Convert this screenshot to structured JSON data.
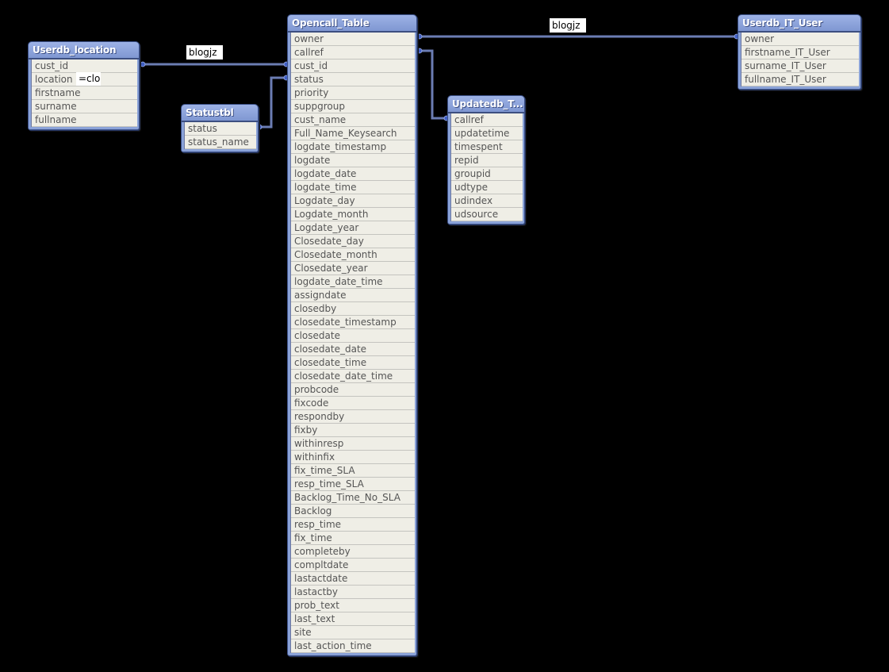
{
  "colors": {
    "background": "#000000",
    "link": "#6b7db3",
    "node": "#3f5fc4",
    "header": "#8aa2d8",
    "row": "#efeee6"
  },
  "tables": {
    "userdb_location": {
      "title": "Userdb_location",
      "fields": [
        "cust_id",
        "location",
        "firstname",
        "surname",
        "fullname"
      ]
    },
    "statustbl": {
      "title": "Statustbl",
      "fields": [
        "status",
        "status_name"
      ]
    },
    "opencall_table": {
      "title": "Opencall_Table",
      "fields": [
        "owner",
        "callref",
        "cust_id",
        "status",
        "priority",
        "suppgroup",
        "cust_name",
        "Full_Name_Keysearch",
        "logdate_timestamp",
        "logdate",
        "logdate_date",
        "logdate_time",
        "Logdate_day",
        "Logdate_month",
        "Logdate_year",
        "Closedate_day",
        "Closedate_month",
        "Closedate_year",
        "logdate_date_time",
        "assigndate",
        "closedby",
        "closedate_timestamp",
        "closedate",
        "closedate_date",
        "closedate_time",
        "closedate_date_time",
        "probcode",
        "fixcode",
        "respondby",
        "fixby",
        "withinresp",
        "withinfix",
        "fix_time_SLA",
        "resp_time_SLA",
        "Backlog_Time_No_SLA",
        "Backlog",
        "resp_time",
        "fix_time",
        "completeby",
        "compltdate",
        "lastactdate",
        "lastactby",
        "prob_text",
        "last_text",
        "site",
        "last_action_time"
      ]
    },
    "updatedb": {
      "title": "Updatedb_T...",
      "fields": [
        "callref",
        "updatetime",
        "timespent",
        "repid",
        "groupid",
        "udtype",
        "udindex",
        "udsource"
      ]
    },
    "userdb_it_user": {
      "title": "Userdb_IT_User",
      "fields": [
        "owner",
        "firstname_IT_User",
        "surname_IT_User",
        "fullname_IT_User"
      ]
    }
  },
  "labels": {
    "link_left": "blogjz",
    "link_top": "blogjz",
    "location_tooltip": "=clo"
  }
}
